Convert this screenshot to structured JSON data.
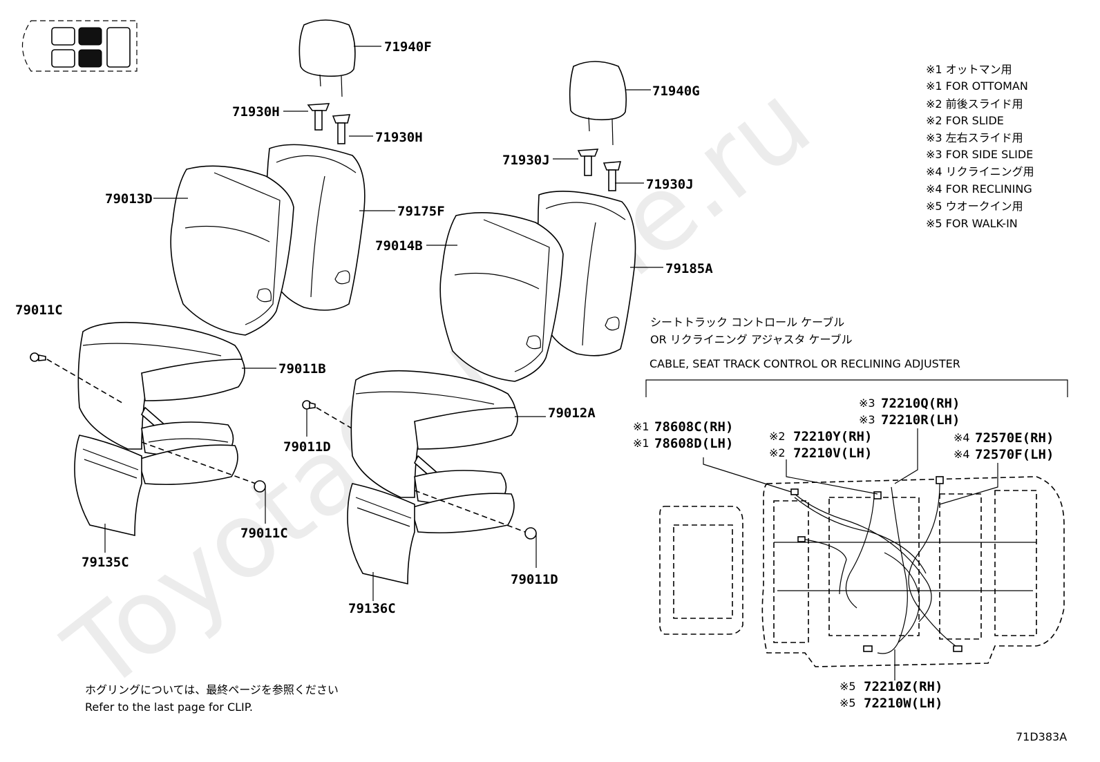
{
  "diagram_code": "71D383A",
  "watermark": "ToyotaCarMine.ru",
  "locator": {
    "dark_icon": "filled-seat-block",
    "light_icon": "outline-seat-block"
  },
  "parts": {
    "p71940F": "71940F",
    "p71930H_a": "71930H",
    "p71930H_b": "71930H",
    "p79013D": "79013D",
    "p79175F": "79175F",
    "p71940G": "71940G",
    "p71930J_a": "71930J",
    "p71930J_b": "71930J",
    "p79014B": "79014B",
    "p79185A": "79185A",
    "p79011C_a": "79011C",
    "p79011B": "79011B",
    "p79011D_a": "79011D",
    "p79012A": "79012A",
    "p79011C_b": "79011C",
    "p79135C": "79135C",
    "p79136C": "79136C",
    "p79011D_b": "79011D"
  },
  "legend": [
    "※1 オットマン用",
    "※1 FOR OTTOMAN",
    "※2 前後スライド用",
    "※2 FOR SLIDE",
    "※3 左右スライド用",
    "※3 FOR SIDE SLIDE",
    "※4 リクライニング用",
    "※4 FOR RECLINING",
    "※5 ウオークイン用",
    "※5 FOR WALK-IN"
  ],
  "cable_title": {
    "jp_line1": "シートトラック コントロール ケーブル",
    "jp_line2": "OR リクライニング アジャスタ ケーブル",
    "en": "CABLE, SEAT TRACK CONTROL OR RECLINING ADJUSTER"
  },
  "cable_parts": {
    "c1a_mark": "※1",
    "c1a": "78608C(RH)",
    "c1b_mark": "※1",
    "c1b": "78608D(LH)",
    "c2a_mark": "※2",
    "c2a": "72210Y(RH)",
    "c2b_mark": "※2",
    "c2b": "72210V(LH)",
    "c3a_mark": "※3",
    "c3a": "72210Q(RH)",
    "c3b_mark": "※3",
    "c3b": "72210R(LH)",
    "c4a_mark": "※4",
    "c4a": "72570E(RH)",
    "c4b_mark": "※4",
    "c4b": "72570F(LH)",
    "c5a_mark": "※5",
    "c5a": "72210Z(RH)",
    "c5b_mark": "※5",
    "c5b": "72210W(LH)"
  },
  "clip_note": {
    "jp": "ホグリングについては、最終ページを参照ください",
    "en": "Refer to the last page for CLIP."
  }
}
